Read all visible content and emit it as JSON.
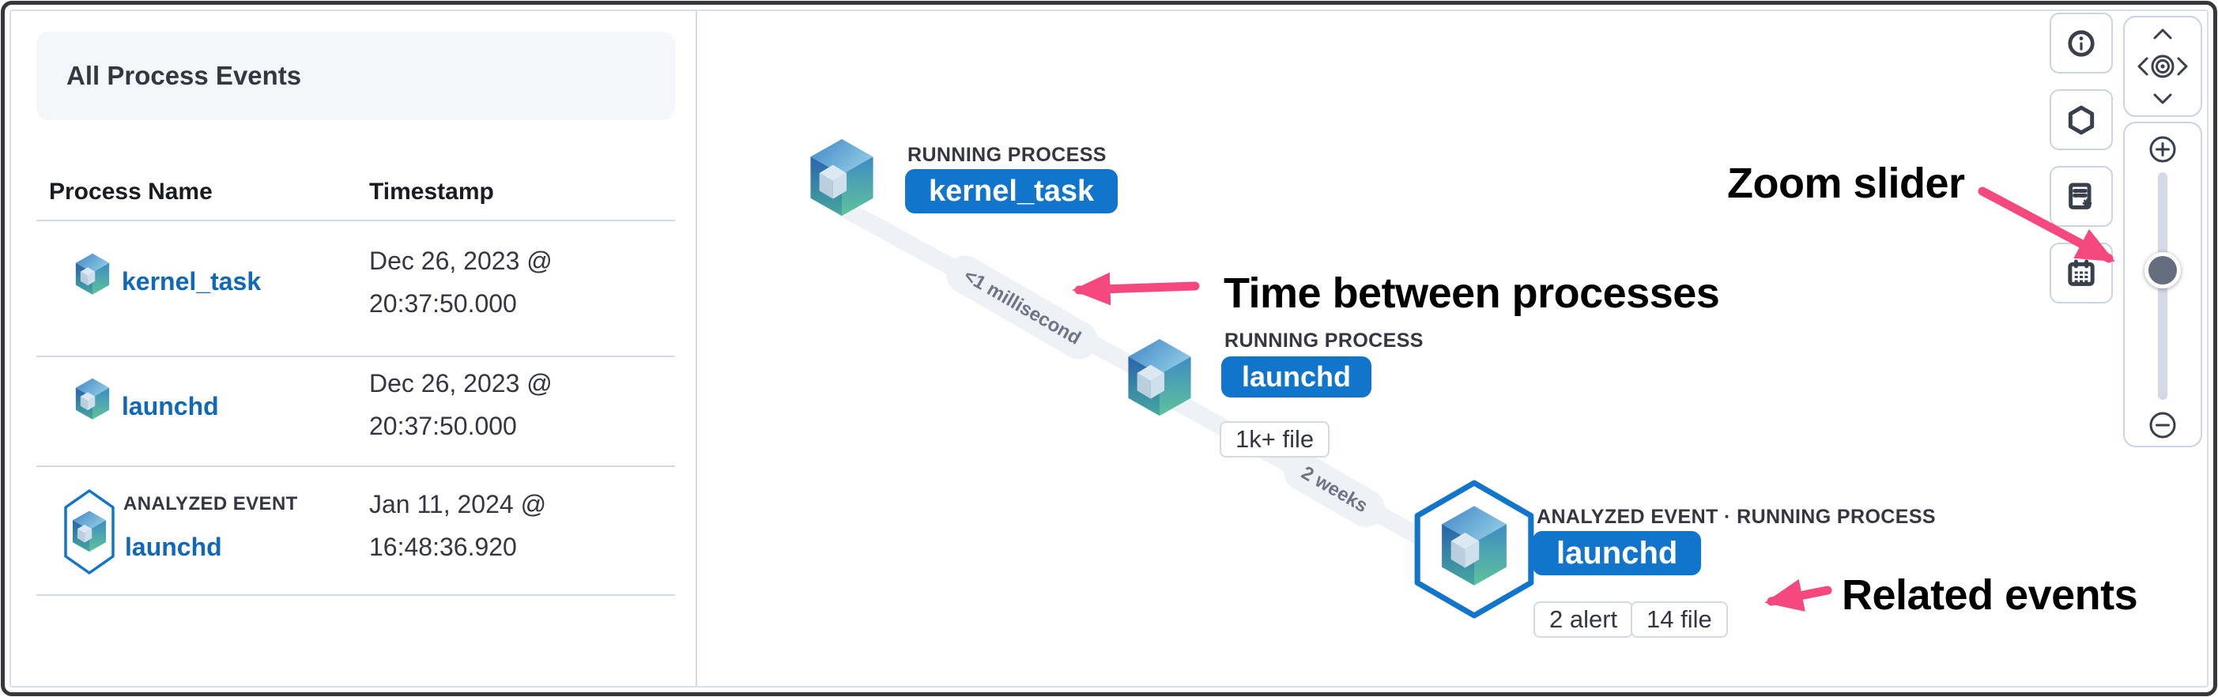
{
  "panel": {
    "title": "All Process Events",
    "col_process": "Process Name",
    "col_timestamp": "Timestamp",
    "rows": [
      {
        "name": "kernel_task",
        "ts_line1": "Dec 26, 2023 @",
        "ts_line2": "20:37:50.000"
      },
      {
        "name": "launchd",
        "ts_line1": "Dec 26, 2023 @",
        "ts_line2": "20:37:50.000"
      },
      {
        "name": "launchd",
        "badge": "ANALYZED EVENT",
        "ts_line1": "Jan 11, 2024 @",
        "ts_line2": "16:48:36.920"
      }
    ]
  },
  "graph": {
    "nodes": [
      {
        "type_label": "RUNNING PROCESS",
        "name": "kernel_task",
        "badges": []
      },
      {
        "type_label": "RUNNING PROCESS",
        "name": "launchd",
        "badges": [
          "1k+ file"
        ]
      },
      {
        "type_label": "ANALYZED EVENT · RUNNING PROCESS",
        "name": "launchd",
        "badges": [
          "2 alert",
          "14 file"
        ]
      }
    ],
    "edges": [
      {
        "label": "<1 millisecond"
      },
      {
        "label": "2 weeks"
      }
    ]
  },
  "annotations": {
    "time_between": "Time between processes",
    "zoom_slider": "Zoom slider",
    "related_events": "Related events"
  },
  "controls": {
    "side_buttons": [
      {
        "icon": "info-icon"
      },
      {
        "icon": "hexagon-legend-icon"
      },
      {
        "icon": "schema-settings-icon"
      },
      {
        "icon": "calendar-icon"
      }
    ],
    "pan_icons": [
      "chevron-up-icon",
      "chevron-left-icon",
      "center-camera-icon",
      "chevron-right-icon",
      "chevron-down-icon"
    ],
    "zoom_icons": [
      "plus-icon",
      "minus-icon"
    ],
    "zoom_thumb_position_pct": 43
  },
  "colors": {
    "accent_pink": "#f5487f",
    "node_pill_blue": "#1175cc",
    "link_blue": "#0f68b8",
    "edge_gray": "#eef1f6",
    "border_gray": "#d3dae6",
    "text_dark": "#343741",
    "edge_label_gray": "#6d7585",
    "header_bg": "#f4f6fa"
  }
}
